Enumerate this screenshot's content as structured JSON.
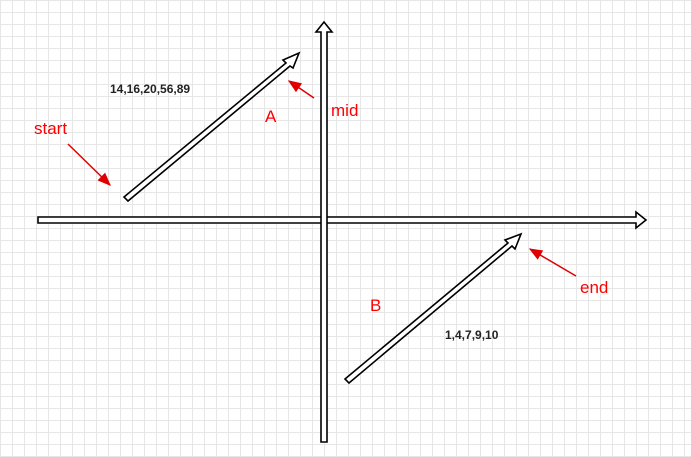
{
  "labels": {
    "start": "start",
    "mid": "mid",
    "end": "end",
    "segment_a": "A",
    "segment_b": "B"
  },
  "sequences": {
    "upper": "14,16,20,56,89",
    "lower": "1,4,7,9,10"
  },
  "colors": {
    "background": "#ffffff",
    "grid": "#e6e6e6",
    "stroke": "#000000",
    "annotation": "#ff0000",
    "text": "#222222"
  }
}
